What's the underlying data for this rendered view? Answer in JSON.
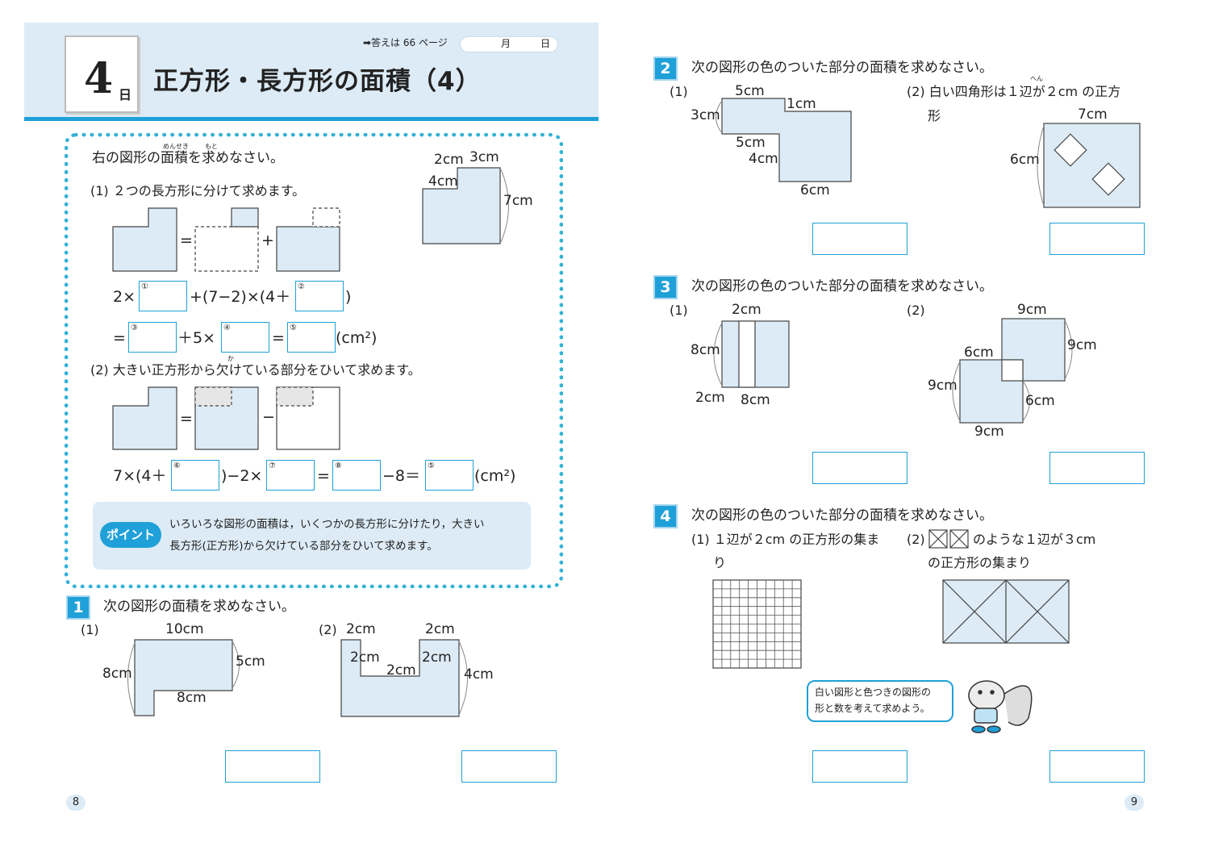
{
  "header": {
    "day_number": "4",
    "day_unit": "日",
    "title": "正方形・長方形の面積（4）",
    "answer_ref": "➡答えは 66 ページ",
    "month_label": "月",
    "date_label": "日"
  },
  "example": {
    "instruction": "右の図形の面積を求めなさい。",
    "ruby_menseki": "めんせき",
    "ruby_motome": "もと",
    "part1_label": "(1) ２つの長方形に分けて求めます。",
    "part2_label": "(2) 大きい正方形から欠けている部分をひいて求めます。",
    "ruby_ka": "か",
    "figure_dims": [
      "2cm",
      "3cm",
      "4cm",
      "7cm"
    ],
    "eq_plus": "+",
    "eq_equals": "=",
    "eq_minus": "−",
    "eq1_a": "2×",
    "eq1_b": "+(7−2)×(4＋",
    "eq1_c": ")",
    "eq2_a": "=",
    "eq2_b": "＋5×",
    "eq2_c": "=",
    "eq2_unit": "(cm²)",
    "eq3_a": "7×(4＋",
    "eq3_b": ")−2×",
    "eq3_c": "=",
    "eq3_d": "−8＝",
    "eq3_unit": "(cm²)",
    "circles": [
      "①",
      "②",
      "③",
      "④",
      "⑤",
      "⑥",
      "⑦",
      "⑧",
      "⑤"
    ]
  },
  "point": {
    "badge": "ポイント",
    "line1": "いろいろな図形の面積は，いくつかの長方形に分けたり，大きい",
    "line2": "長方形(正方形)から欠けている部分をひいて求めます。"
  },
  "q1": {
    "number": "1",
    "text": "次の図形の面積を求めなさい。",
    "sub1": "(1)",
    "sub2": "(2)",
    "dims1": [
      "10cm",
      "5cm",
      "8cm",
      "8cm"
    ],
    "dims2": [
      "2cm",
      "2cm",
      "2cm",
      "2cm",
      "2cm",
      "4cm"
    ]
  },
  "q2": {
    "number": "2",
    "text": "次の図形の色のついた部分の面積を求めなさい。",
    "sub1": "(1)",
    "sub2_line1": "(2) 白い四角形は１辺が２cm の正方",
    "sub2_line2": "形",
    "ruby_hen": "へん",
    "dims1": [
      "5cm",
      "1cm",
      "3cm",
      "5cm",
      "4cm",
      "6cm"
    ],
    "dims2": [
      "7cm",
      "6cm"
    ]
  },
  "q3": {
    "number": "3",
    "text": "次の図形の色のついた部分の面積を求めなさい。",
    "sub1": "(1)",
    "sub2": "(2)",
    "dims1": [
      "2cm",
      "8cm",
      "2cm",
      "8cm"
    ],
    "dims2": [
      "9cm",
      "9cm",
      "6cm",
      "9cm",
      "6cm",
      "9cm"
    ]
  },
  "q4": {
    "number": "4",
    "text": "次の図形の色のついた部分の面積を求めなさい。",
    "sub1_line1": "(1) １辺が２cm の正方形の集ま",
    "sub1_line2": "り",
    "sub2_prefix": "(2)",
    "sub2_line1": "のような１辺が３cm",
    "sub2_line2": "の正方形の集まり"
  },
  "speech": {
    "line1": "白い図形と色つきの図形の",
    "line2": "形と数を考えて求めよう。"
  },
  "page_numbers": {
    "left": "8",
    "right": "9"
  },
  "colors": {
    "accent": "#1fa0d8",
    "fill": "#dcebf6",
    "band": "#dcebf6"
  }
}
